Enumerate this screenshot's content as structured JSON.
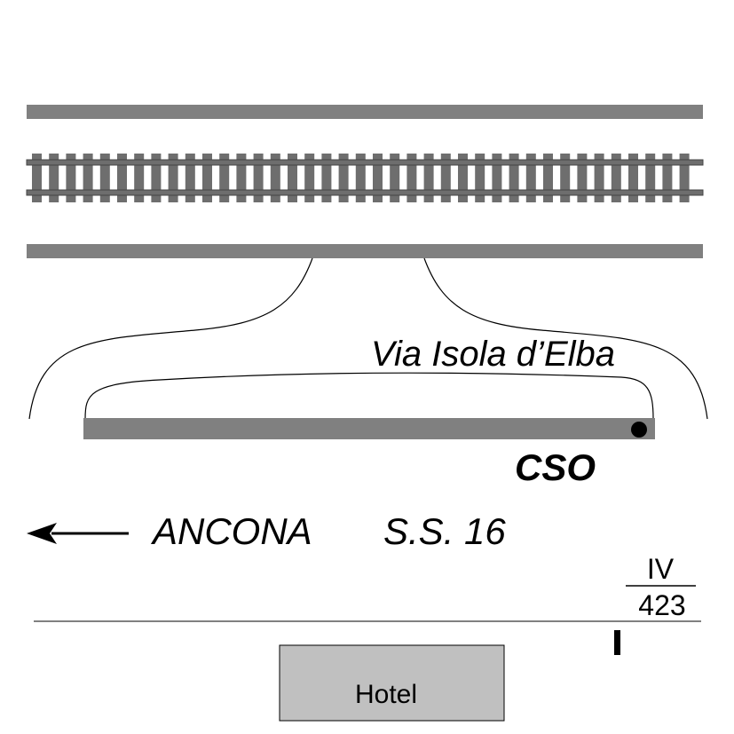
{
  "map": {
    "street_name": "Via Isola d’Elba",
    "cso_label": "CSO",
    "direction_label": "ANCONA",
    "road_label": "S.S. 16",
    "fraction": {
      "numerator": "IV",
      "denominator": "423"
    },
    "building_label": "Hotel",
    "colors": {
      "road": "#808080",
      "rail": "#6e6e6e",
      "building_fill": "#c0c0c0",
      "outline": "#000000",
      "marker": "#000000"
    },
    "icons": {
      "direction": "left-arrow-icon",
      "cso_point": "black-dot-marker-icon",
      "railway": "railway-track-icon",
      "post": "vertical-bar-marker-icon"
    }
  }
}
